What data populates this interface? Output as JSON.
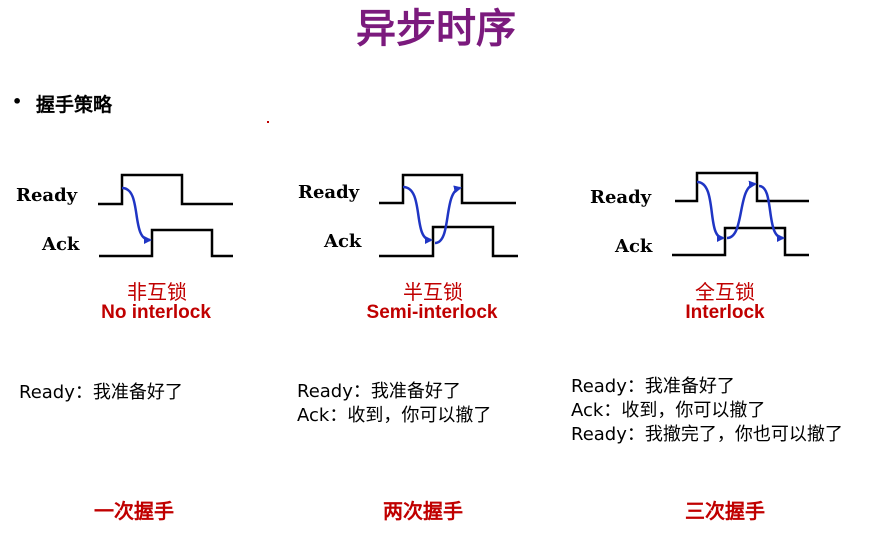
{
  "title": "异步时序",
  "bullet": "•",
  "subhead": "握手策略",
  "signals": {
    "ready": "Ready",
    "ack": "Ack"
  },
  "columns": [
    {
      "label_cn": "非互锁",
      "label_en": "No interlock",
      "lines": [
        "Ready：我准备好了"
      ],
      "footer": "一次握手"
    },
    {
      "label_cn": "半互锁",
      "label_en": "Semi-interlock",
      "lines": [
        "Ready：我准备好了",
        "Ack：收到，你可以撤了"
      ],
      "footer": "两次握手"
    },
    {
      "label_cn": "全互锁",
      "label_en": "Interlock",
      "lines": [
        "Ready：我准备好了",
        "Ack：收到，你可以撤了",
        "Ready：我撤完了，你也可以撤了"
      ],
      "footer": "三次握手"
    }
  ],
  "colors": {
    "title": "#7b1a7d",
    "accent": "#c00000",
    "arrow": "#1f35c4",
    "wave": "#000000"
  }
}
